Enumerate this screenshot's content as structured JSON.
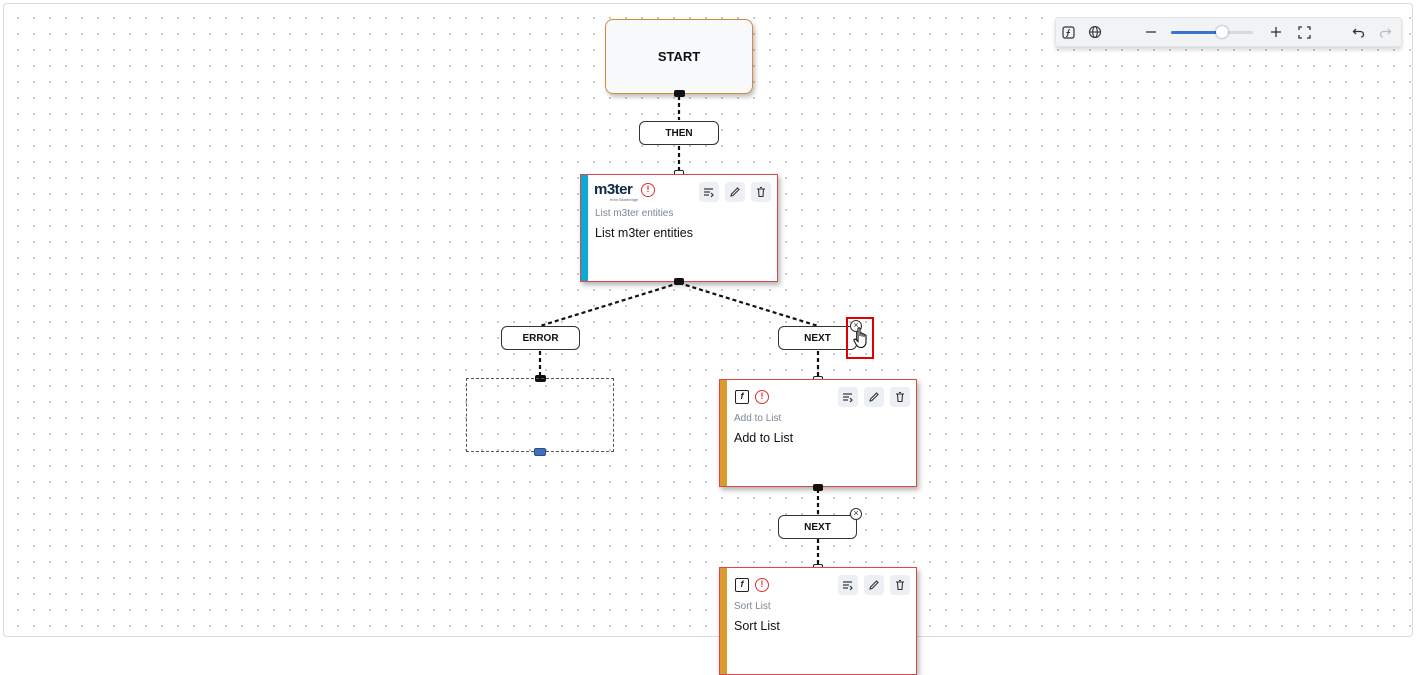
{
  "start_node": {
    "label": "START"
  },
  "edge_labels": {
    "then": "THEN",
    "error": "ERROR",
    "next_1": "NEXT",
    "next_2": "NEXT"
  },
  "nodes": [
    {
      "logo_text": "m3ter",
      "logo_tagline": "from Bluebridge",
      "subtitle": "List m3ter entities",
      "title": "List m3ter entities",
      "accent_color": "#0aa9d6"
    },
    {
      "subtitle": "Add to List",
      "title": "Add to List",
      "accent_color": "#d99a30"
    },
    {
      "subtitle": "Sort List",
      "title": "Sort List",
      "accent_color": "#d99a30"
    }
  ],
  "toolbar": {
    "icons": [
      "function-icon",
      "globe-icon",
      "zoom-out-icon",
      "zoom-slider",
      "zoom-in-icon",
      "fit-view-icon",
      "undo-icon",
      "redo-icon"
    ],
    "zoom_level": 0.62
  },
  "colors": {
    "error_red": "#e03131",
    "node_border_error": "#d54b4b",
    "start_border": "#d98a3d",
    "accent_blue": "#3a73d0"
  }
}
